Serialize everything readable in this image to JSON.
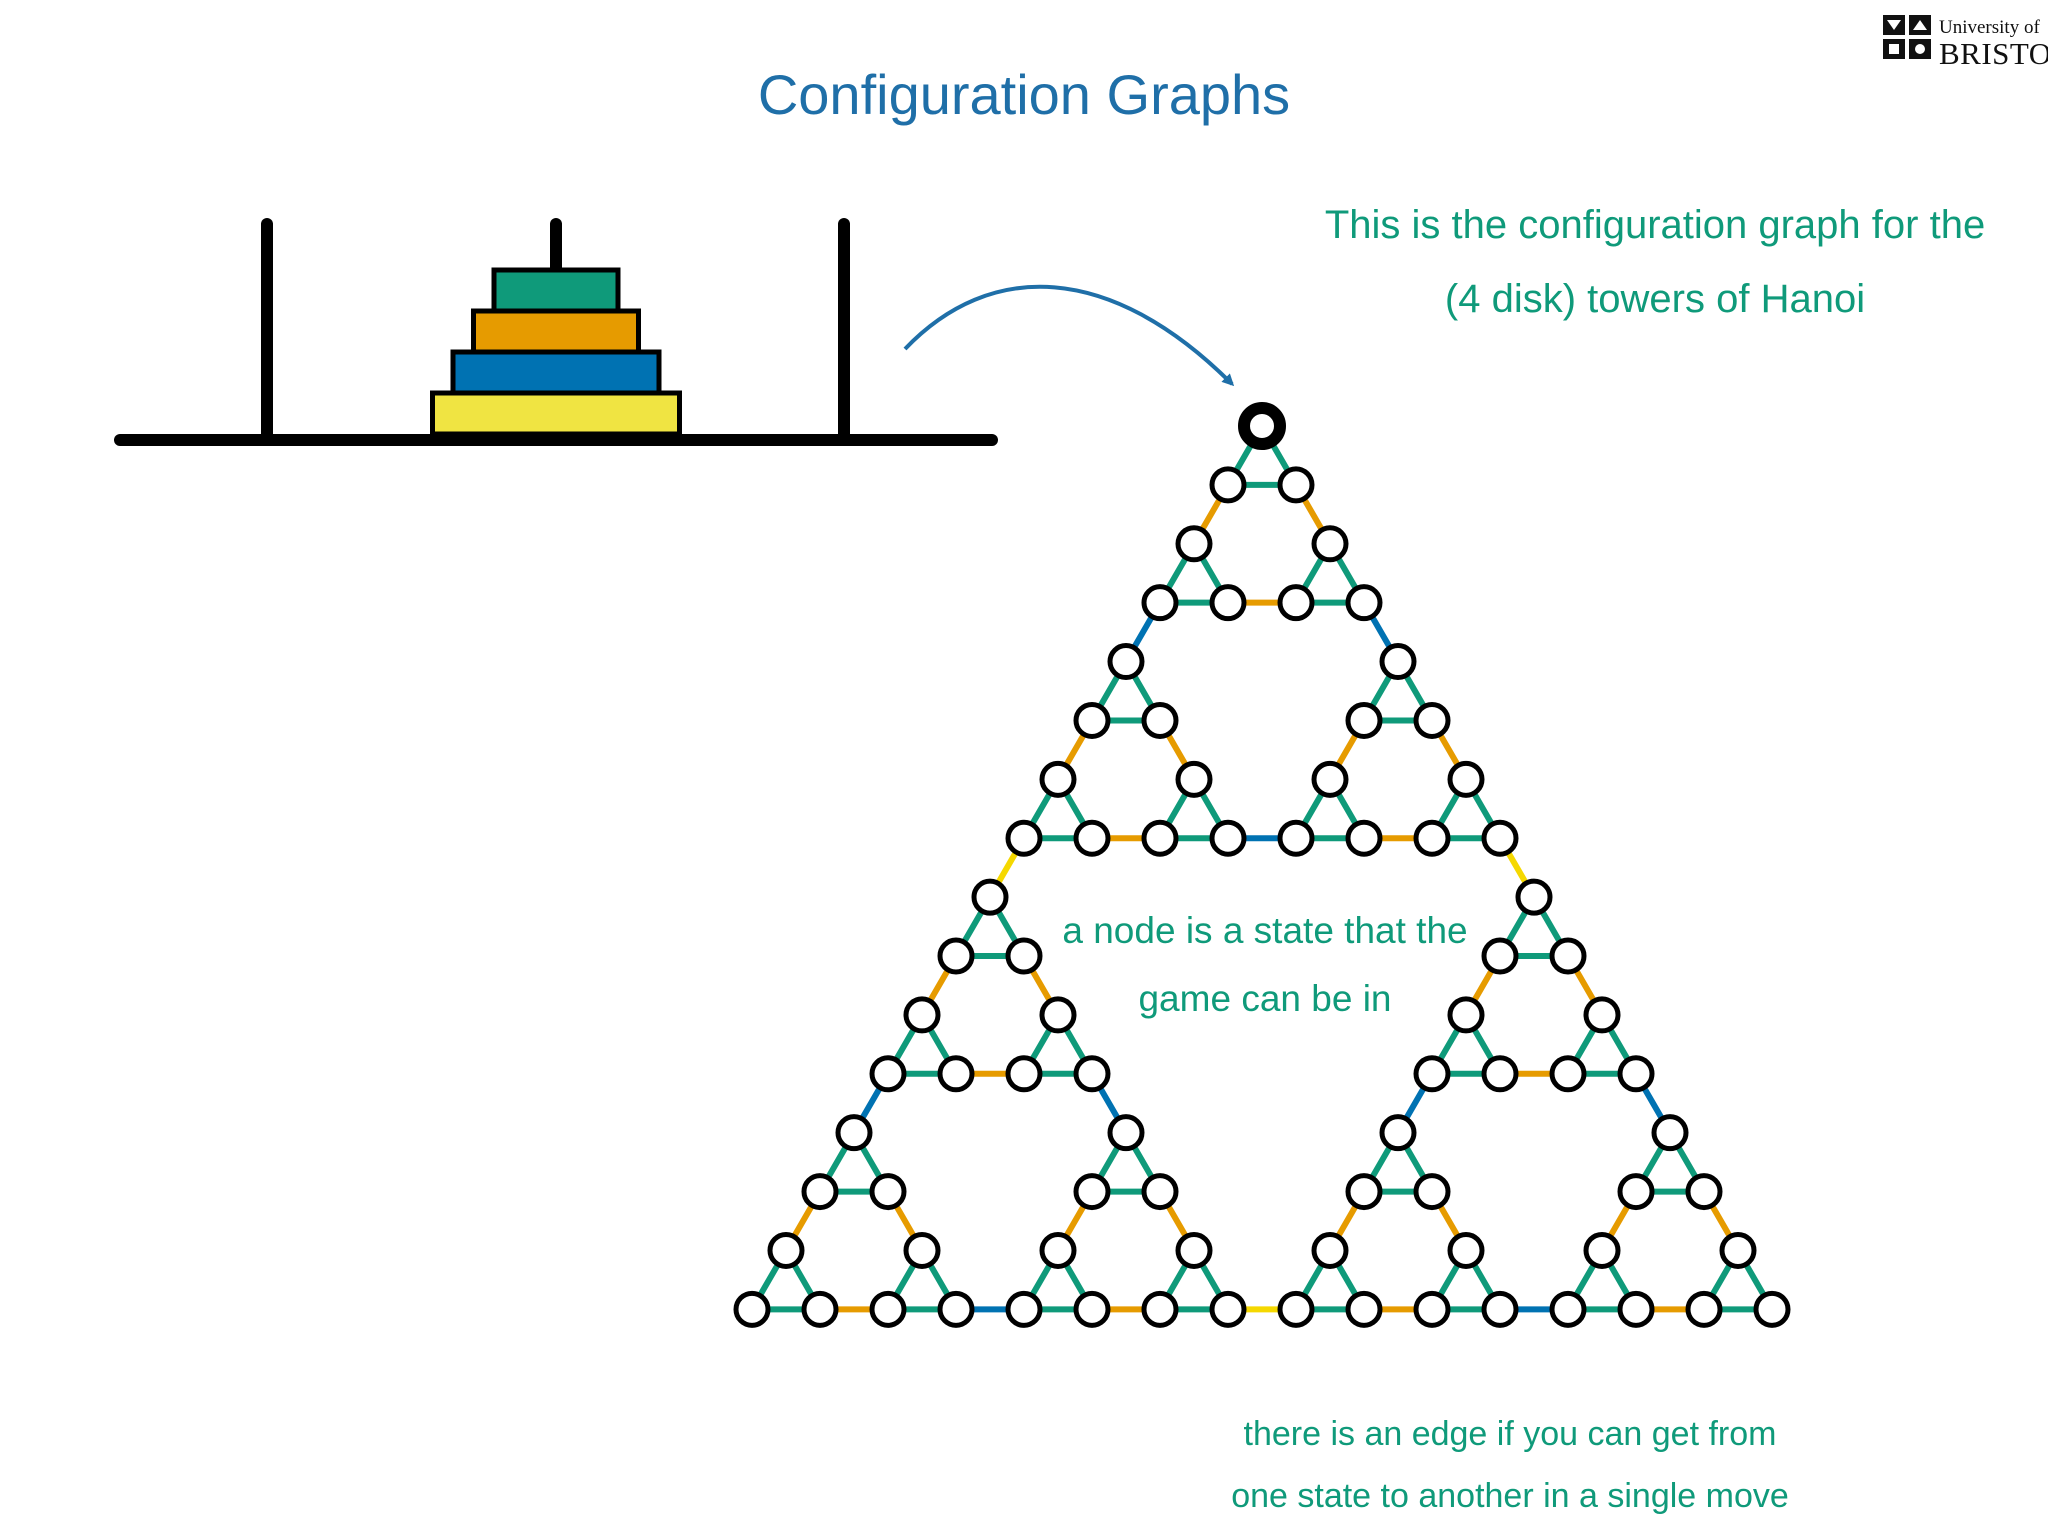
{
  "title": "Configuration Graphs",
  "logo": {
    "line1": "University of",
    "line2": "BRISTOL"
  },
  "notes": {
    "top": [
      "This is the configuration graph for the",
      "(4 disk) towers of Hanoi"
    ],
    "node": [
      "a node is a state that the",
      "game can be in"
    ],
    "edge": [
      "there is an edge if you can get from",
      "one state to another in a single move"
    ]
  },
  "hanoi": {
    "disk_count": 4,
    "disk_colors_top_to_bottom": [
      "#0f9a7a",
      "#e69b00",
      "#0072b2",
      "#f0e442"
    ]
  },
  "graph": {
    "levels": 4,
    "edge_colors_by_disk": [
      "#0f9a7a",
      "#e69b00",
      "#0072b2",
      "#f5d800"
    ],
    "start_node": "highlighted"
  }
}
